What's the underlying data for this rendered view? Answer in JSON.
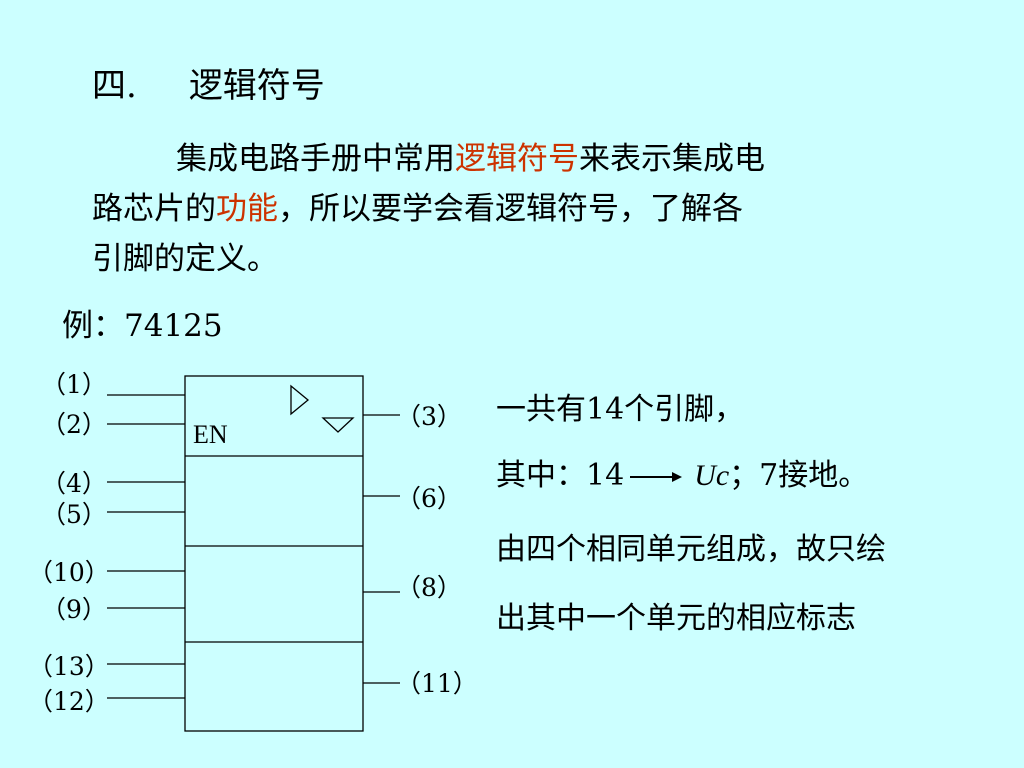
{
  "title": {
    "number": "四.",
    "text": "逻辑符号"
  },
  "paragraph": {
    "part1": "集成电路手册中常用",
    "highlight1": "逻辑符号",
    "part2": "来表示集成电",
    "line2_part1": "路芯片的",
    "highlight2": "功能",
    "line2_part2": "，所以要学会看逻辑符号，了解各",
    "line3": "引脚的定义。"
  },
  "example": "例：74125",
  "symbol": {
    "enable_label": "EN",
    "left_pins": [
      "（1）",
      "（2）",
      "（4）",
      "（5）",
      "（10）",
      "（9）",
      "（13）",
      "（12）"
    ],
    "right_pins": [
      "（3）",
      "（6）",
      "（8）",
      "（11）"
    ]
  },
  "notes": {
    "line1": "一共有14个引脚，",
    "line2_prefix": "其中：14",
    "line2_uc": "Uc",
    "line2_suffix": "；7接地。",
    "line3": "由四个相同单元组成，故只绘",
    "line4": "出其中一个单元的相应标志"
  },
  "colors": {
    "background": "#ccffff",
    "highlight": "#cc3300"
  }
}
